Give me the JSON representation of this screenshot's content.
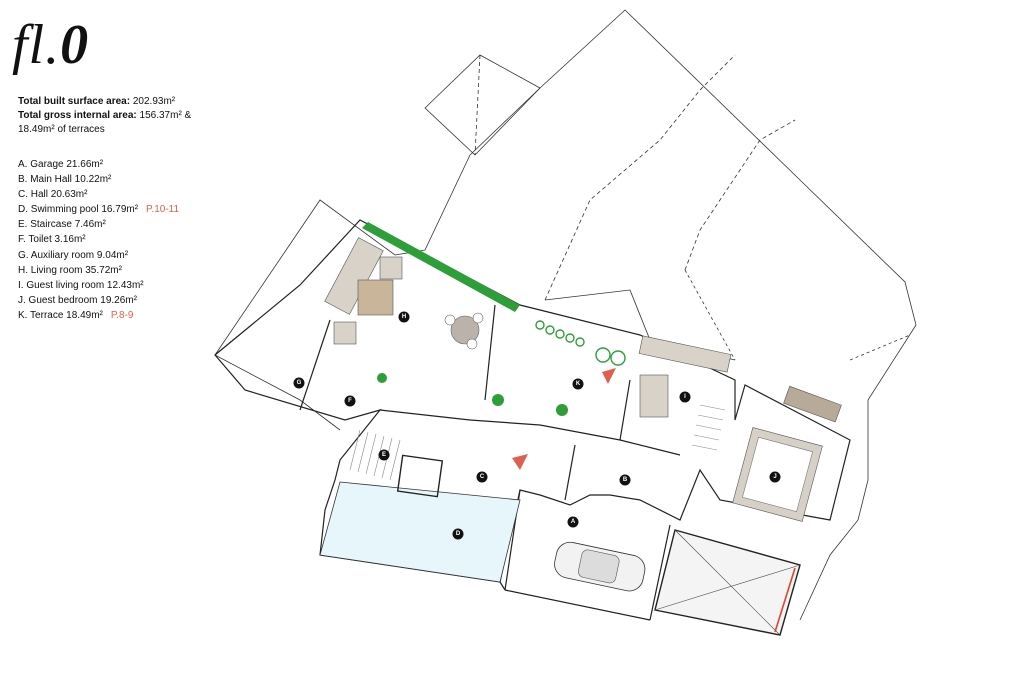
{
  "title": {
    "prefix": "fl.",
    "number": "0"
  },
  "areas": {
    "built_label": "Total built surface area:",
    "built_value": "202.93m²",
    "gross_label": "Total gross internal area:",
    "gross_value": "156.37m² &",
    "terraces_value": "18.49m² of terraces"
  },
  "legend": [
    {
      "letter": "A",
      "text": "A.  Garage 21.66m²",
      "ref": ""
    },
    {
      "letter": "B",
      "text": "B.  Main Hall 10.22m²",
      "ref": ""
    },
    {
      "letter": "C",
      "text": "C.  Hall 20.63m²",
      "ref": ""
    },
    {
      "letter": "D",
      "text": "D.  Swimming pool 16.79m²",
      "ref": "P.10-11"
    },
    {
      "letter": "E",
      "text": "E.  Staircase 7.46m²",
      "ref": ""
    },
    {
      "letter": "F",
      "text": "F.  Toilet 3.16m²",
      "ref": ""
    },
    {
      "letter": "G",
      "text": "G.  Auxiliary room 9.04m²",
      "ref": ""
    },
    {
      "letter": "H",
      "text": "H.  Living room 35.72m²",
      "ref": ""
    },
    {
      "letter": "I",
      "text": "I.  Guest living room 12.43m²",
      "ref": ""
    },
    {
      "letter": "J",
      "text": "J.  Guest bedroom 19.26m²",
      "ref": ""
    },
    {
      "letter": "K",
      "text": "K.  Terrace 18.49m²",
      "ref": "P.8-9"
    }
  ],
  "plan_labels": [
    "A",
    "B",
    "C",
    "D",
    "E",
    "F",
    "G",
    "H",
    "I",
    "J",
    "K"
  ],
  "colors": {
    "ref": "#e0604f",
    "pool": "#e6f6fa",
    "planting": "#2e9e3a",
    "arrow": "#e0604f",
    "line": "#333333"
  },
  "icons": [
    "north-arrow-icon",
    "car-icon",
    "sofa-icon",
    "bed-icon",
    "plant-icon"
  ]
}
